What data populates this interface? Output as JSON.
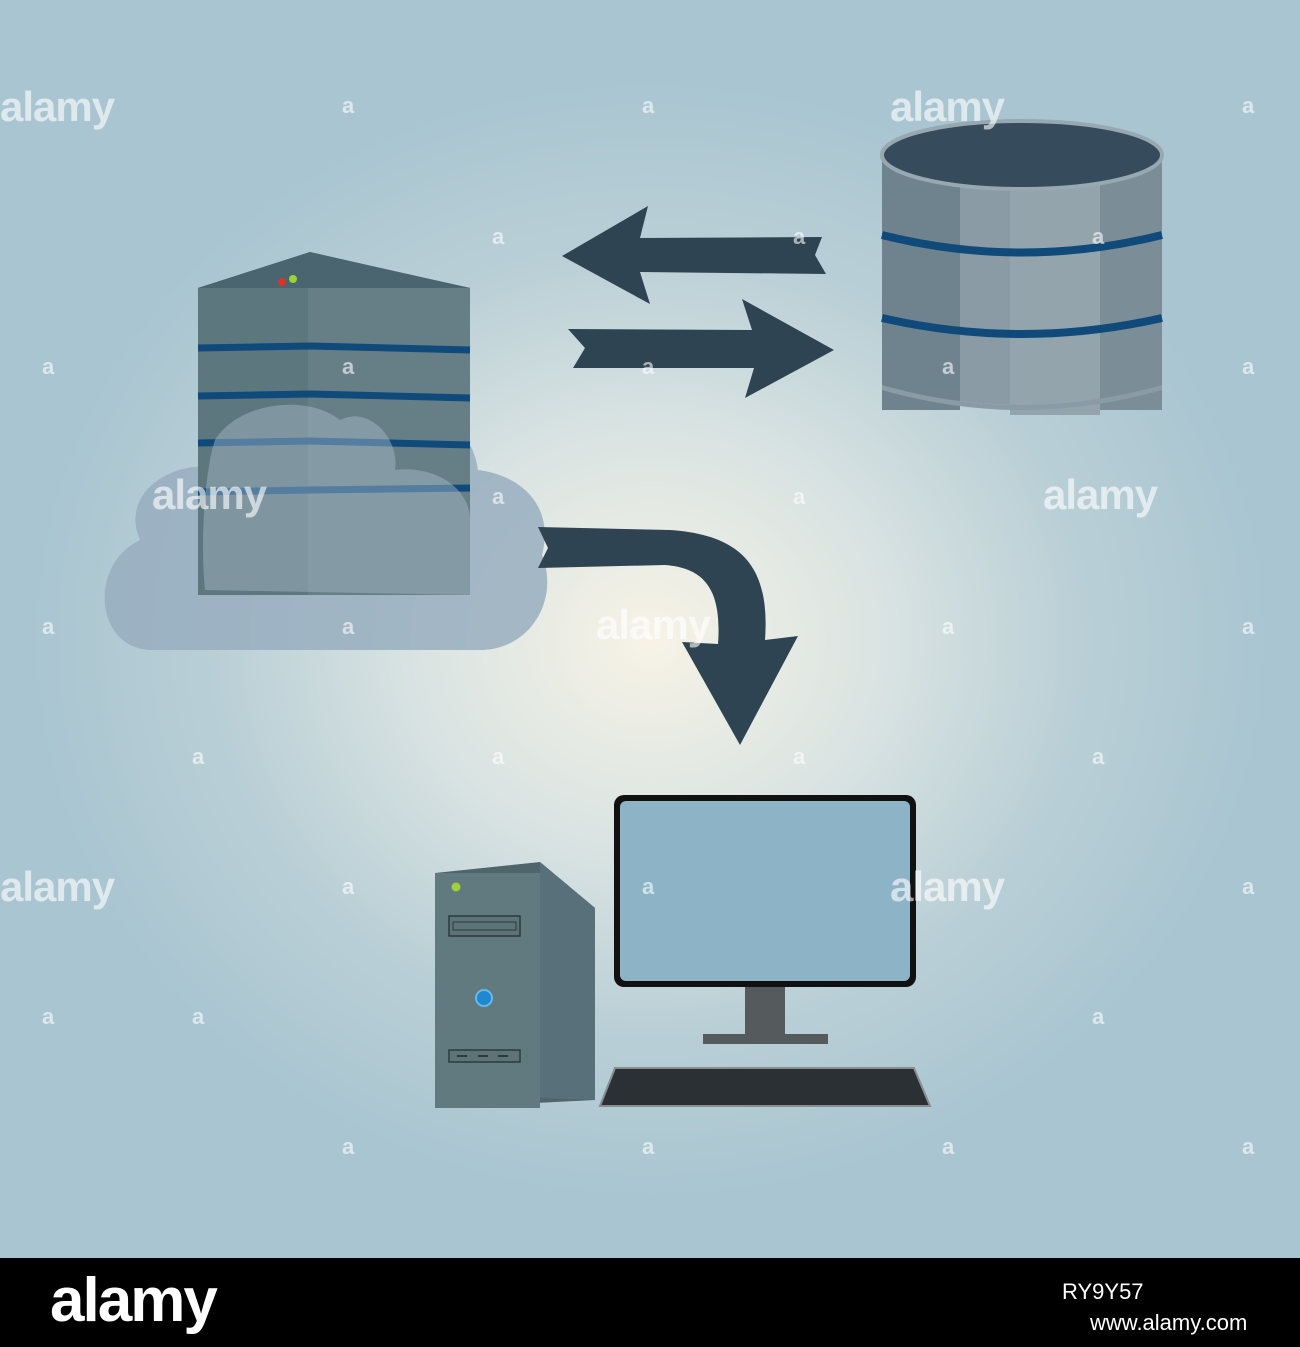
{
  "watermark": {
    "text": "alamy",
    "mark": "a"
  },
  "footer": {
    "brand": "alamy",
    "image_id": "RY9Y57",
    "url": "www.alamy.com"
  },
  "colors": {
    "background_center": "#f7f3e6",
    "background_edge": "#a9c5d1",
    "arrow": "#2f4452",
    "server_body": "#617a80",
    "server_stripe": "#0f4a7a",
    "database_body": "#8a9ba5",
    "database_top": "#364b5c",
    "cloud": "#98aec0",
    "monitor_screen": "#8db3c7",
    "footer_bg": "#000000"
  },
  "icons": [
    "server-tower-icon",
    "cloud-icon",
    "database-icon",
    "arrow-left-icon",
    "arrow-right-icon",
    "curved-arrow-down-icon",
    "desktop-tower-icon",
    "monitor-icon",
    "keyboard-icon"
  ]
}
